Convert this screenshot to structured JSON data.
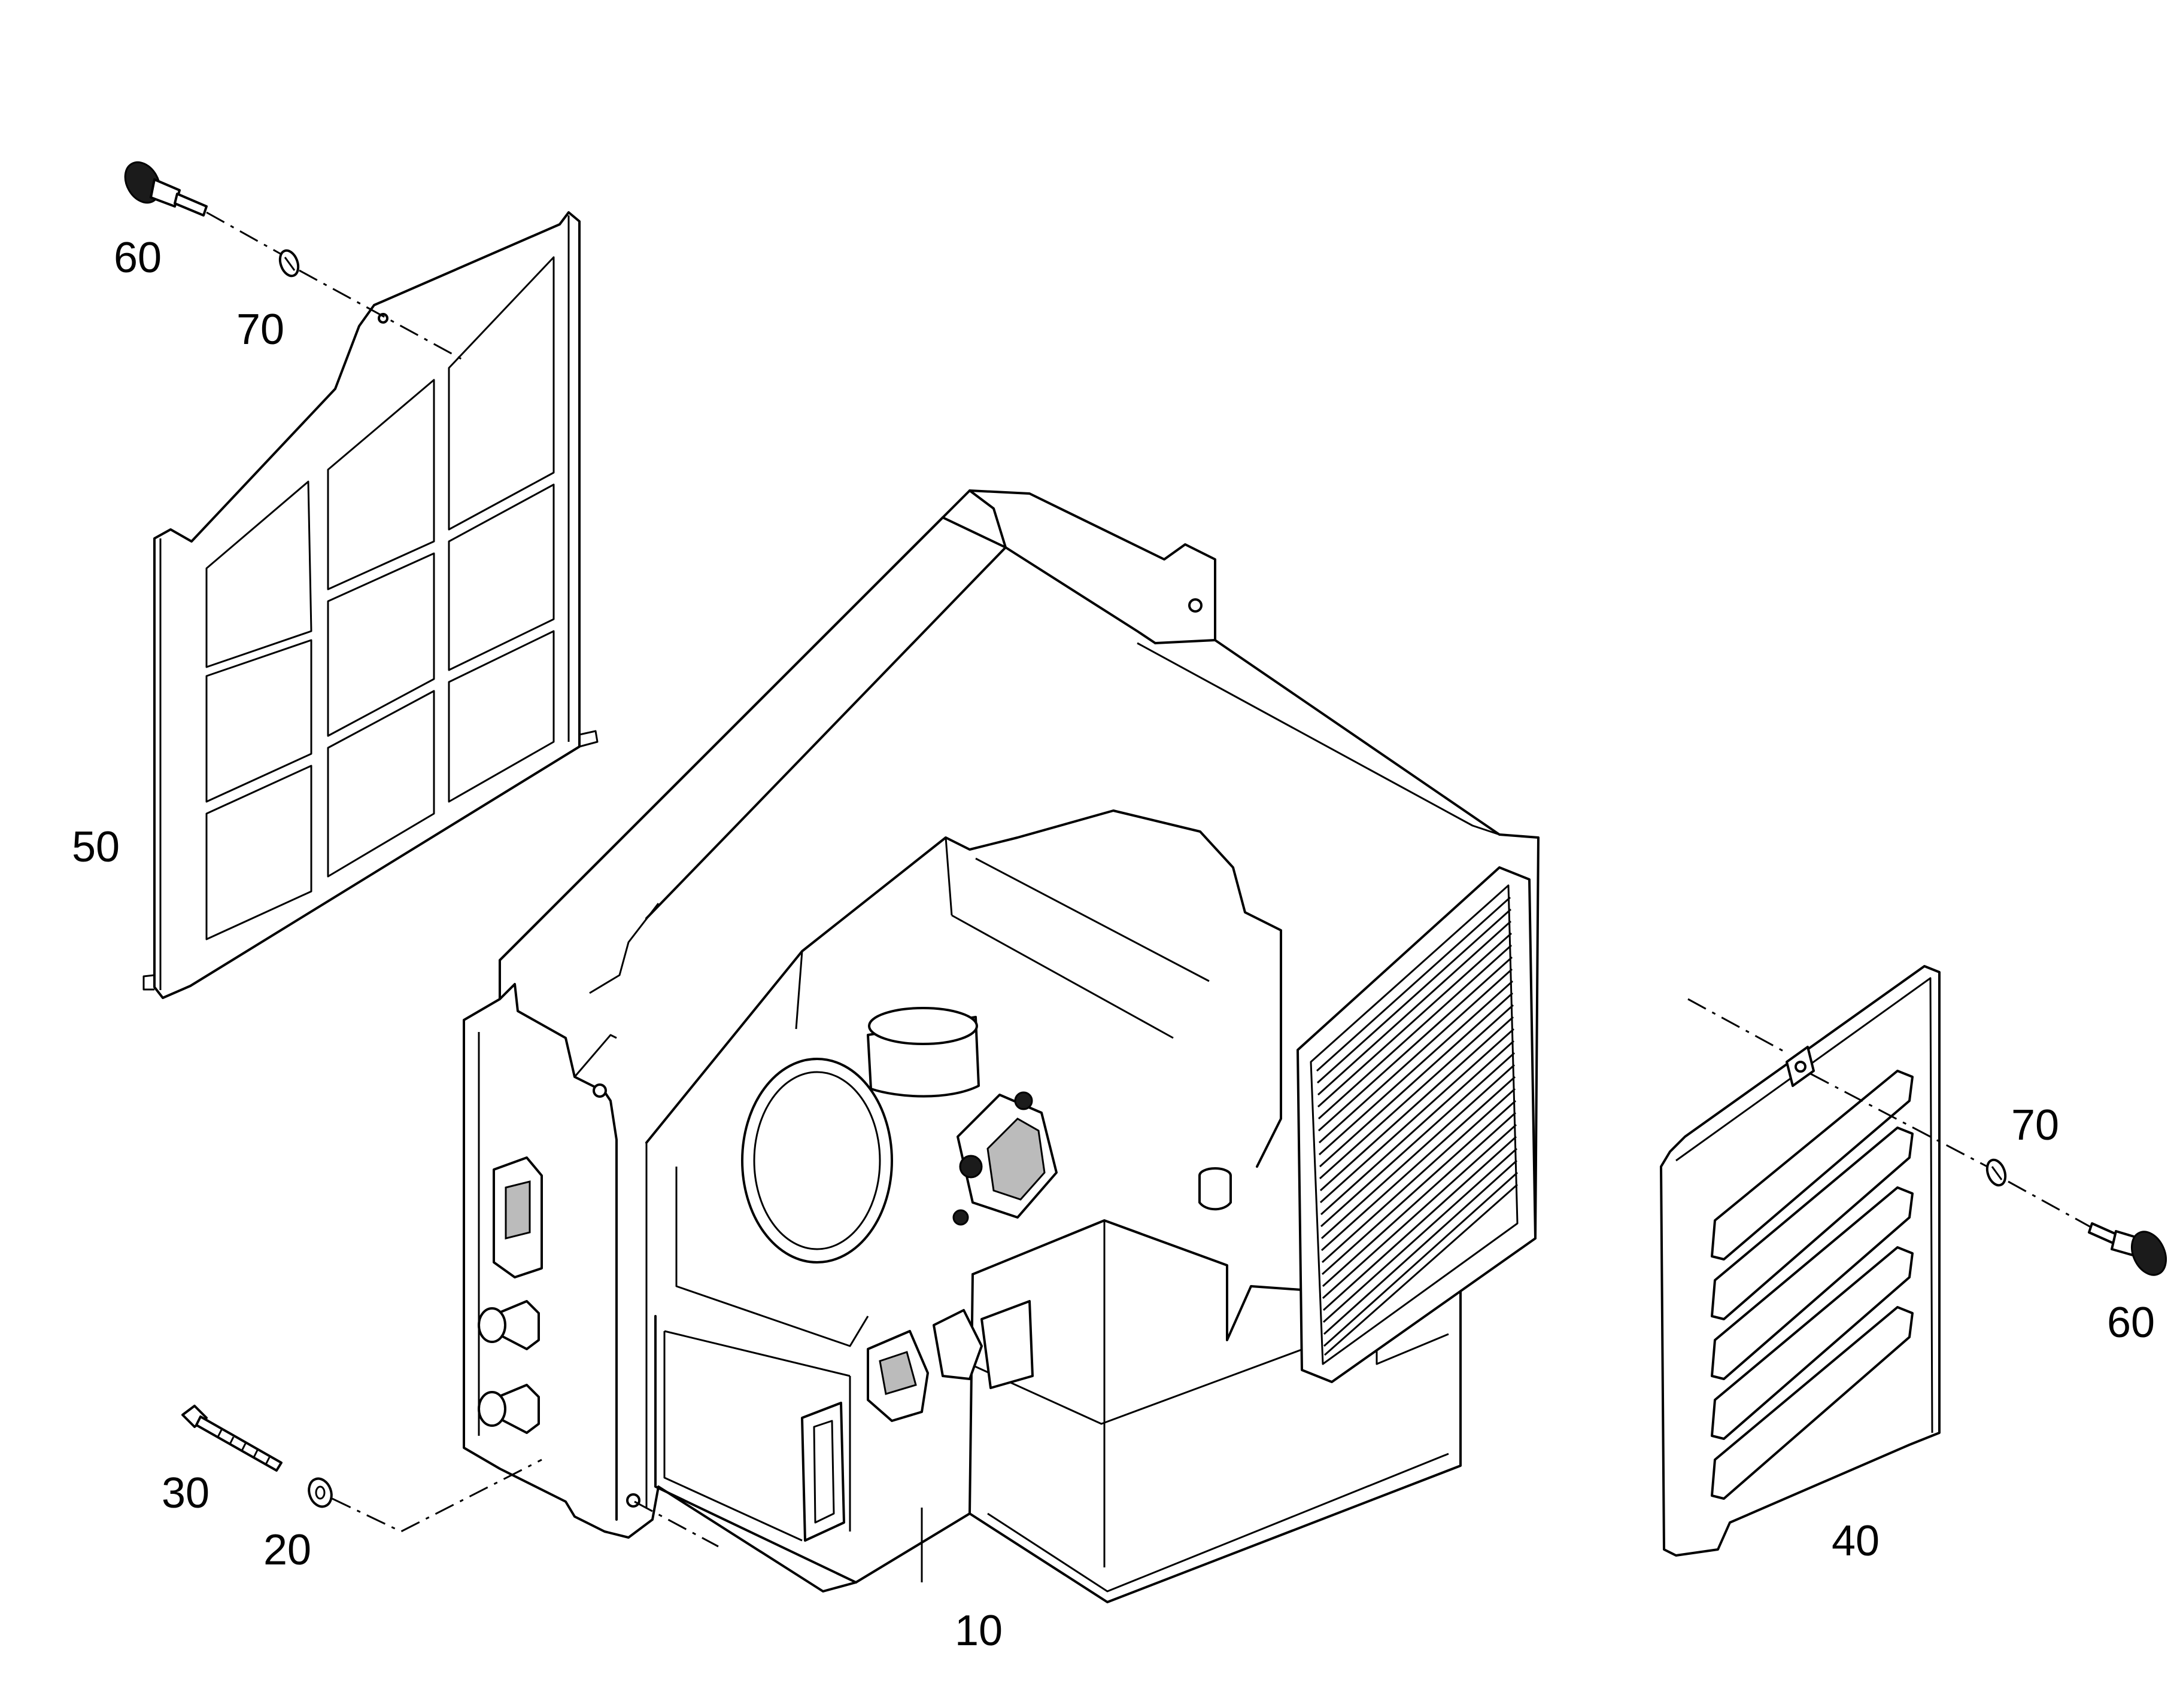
{
  "callouts": {
    "c10": "10",
    "c20": "20",
    "c30": "30",
    "c40": "40",
    "c50": "50",
    "c60a": "60",
    "c60b": "60",
    "c70a": "70",
    "c70b": "70"
  }
}
